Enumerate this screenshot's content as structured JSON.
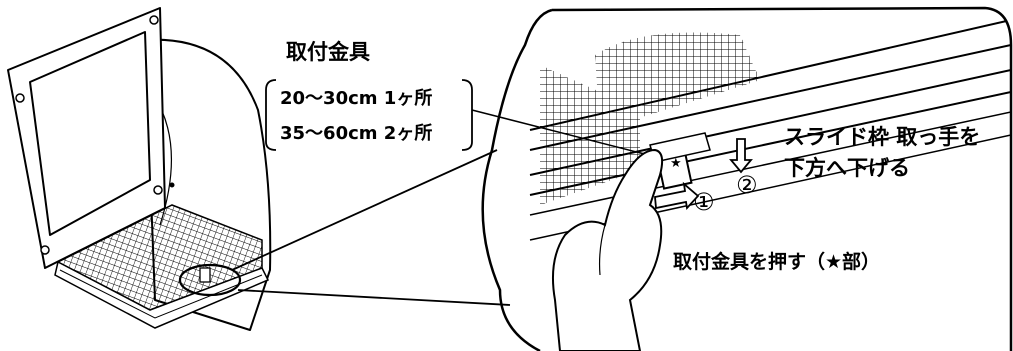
{
  "labels": {
    "title": "取付金具",
    "spec_row_1": "20〜30cm 1ヶ所",
    "spec_row_2": "35〜60cm 2ヶ所",
    "step2_line1": "スライド枠 取っ手を",
    "step2_line2": "下方へ下げる",
    "step1": "取付金具を押す（★部）",
    "marker_1": "①",
    "marker_2": "②",
    "star": "★"
  },
  "colors": {
    "line": "#000000",
    "background": "#ffffff"
  }
}
